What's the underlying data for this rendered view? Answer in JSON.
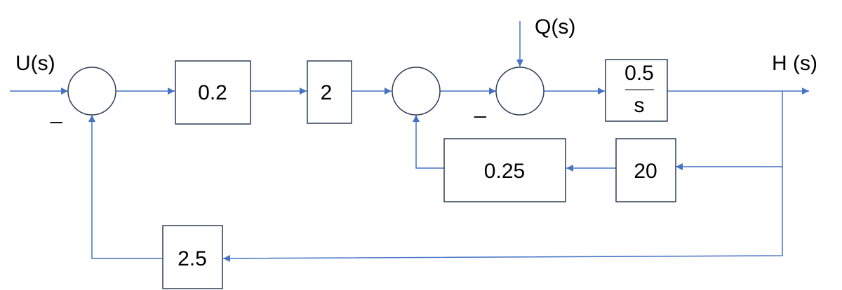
{
  "signals": {
    "input": "U(s)",
    "disturbance": "Q(s)",
    "output": "H (s)"
  },
  "blocks": {
    "gain_a": "0.2",
    "gain_b": "2",
    "plant_numerator": "0.5",
    "plant_denominator": "s",
    "inner_feedback_gain": "20",
    "inner_feedback_filter": "0.25",
    "outer_feedback_gain": "2.5"
  },
  "signs": {
    "outer_loop_minus": "_",
    "disturbance_minus": "_"
  },
  "colors": {
    "signal_line": "#4472c4",
    "block_outline": "#2f3f55"
  }
}
